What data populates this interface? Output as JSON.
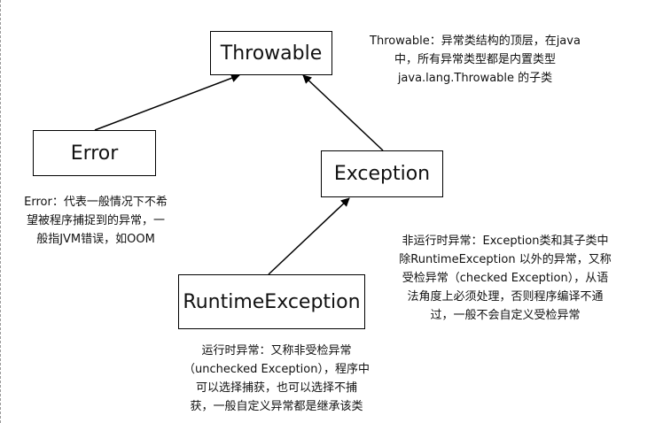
{
  "nodes": {
    "throwable": "Throwable",
    "error": "Error",
    "exception": "Exception",
    "runtime_exception": "RuntimeException"
  },
  "notes": {
    "throwable": [
      "Throwable：异常类结构的顶层，在java",
      "中，所有异常类型都是内置类型",
      "java.lang.Throwable 的子类"
    ],
    "error": [
      "Error：代表一般情况下不希",
      "望被程序捕捉到的异常，一",
      "般指JVM错误，如OOM"
    ],
    "checked": [
      "非运行时异常：Exception类和其子类中",
      "除RuntimeException 以外的异常，又称",
      "受检异常（checked Exception），从语",
      "法角度上必须处理，否则程序编译不通",
      "过，一般不会自定义受检异常"
    ],
    "runtime": [
      "运行时异常：又称非受检异常",
      "（unchecked Exception），程序中",
      "可以选择捕获，也可以选择不捕",
      "获，一般自定义异常都是继承该类"
    ]
  }
}
